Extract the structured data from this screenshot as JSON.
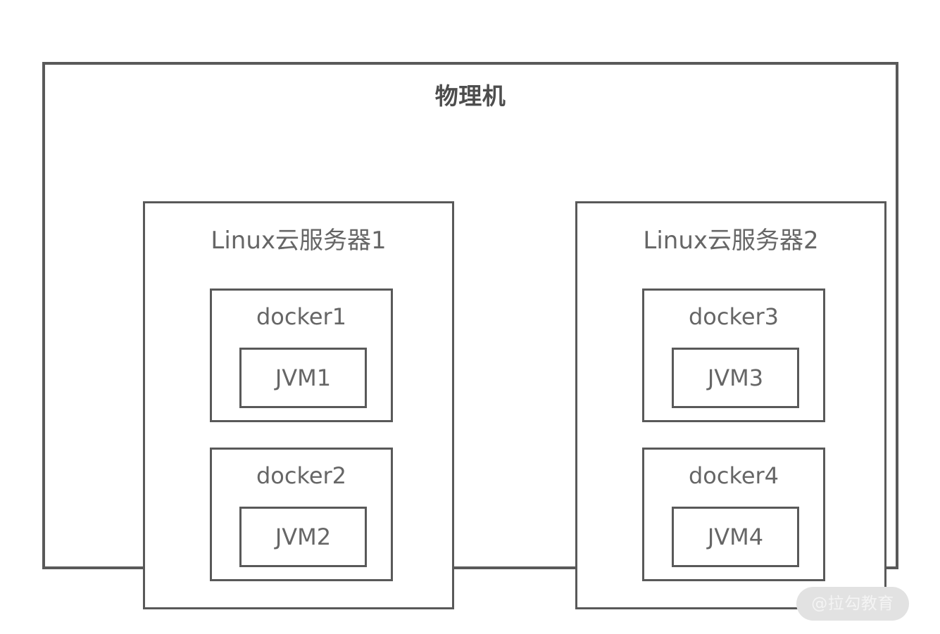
{
  "diagram": {
    "type": "nested-containment-diagram",
    "host": {
      "label": "物理机",
      "border_color": "#595959",
      "servers": [
        {
          "label": "Linux云服务器1",
          "dockers": [
            {
              "label": "docker1",
              "jvm": {
                "label": "JVM1"
              }
            },
            {
              "label": "docker2",
              "jvm": {
                "label": "JVM2"
              }
            }
          ]
        },
        {
          "label": "Linux云服务器2",
          "dockers": [
            {
              "label": "docker3",
              "jvm": {
                "label": "JVM3"
              }
            },
            {
              "label": "docker4",
              "jvm": {
                "label": "JVM4"
              }
            }
          ]
        }
      ]
    }
  },
  "watermark": {
    "text": "@拉勾教育",
    "pill_color": "#e2e2e2",
    "text_color": "#f4f4f4"
  },
  "palette": {
    "background": "#ffffff",
    "stroke": "#595959",
    "title_text": "#4d4d4d",
    "label_text": "#666666"
  }
}
